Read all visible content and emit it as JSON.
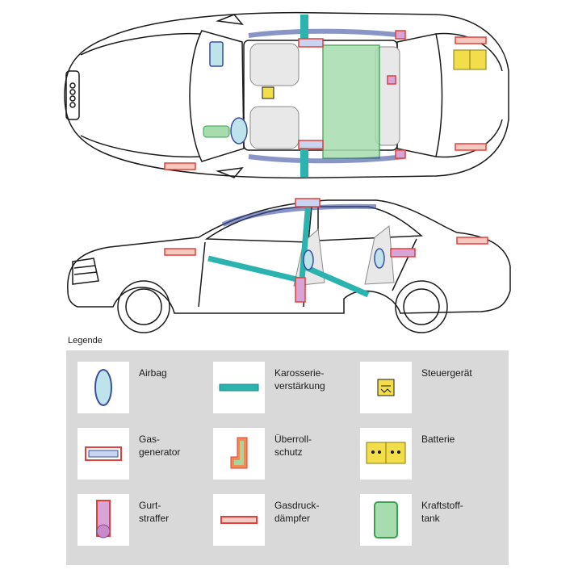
{
  "legend": {
    "title": "Legende",
    "items": [
      {
        "key": "airbag",
        "label": "Airbag"
      },
      {
        "key": "karosserie",
        "label": "Karosserie-\nverstärkung"
      },
      {
        "key": "steuergeraet",
        "label": "Steuergerät"
      },
      {
        "key": "gasgenerator",
        "label": "Gas-\ngenerator"
      },
      {
        "key": "ueberrollschutz",
        "label": "Überroll-\nschutz"
      },
      {
        "key": "batterie",
        "label": "Batterie"
      },
      {
        "key": "gurtstraffer",
        "label": "Gurt-\nstraffer"
      },
      {
        "key": "gasdruckdaempfer",
        "label": "Gasdruck-\ndämpfer"
      },
      {
        "key": "kraftstofftank",
        "label": "Kraftstoff-\ntank"
      }
    ]
  },
  "colors": {
    "airbag_fill": "#bfe3ea",
    "airbag_stroke": "#3a4fa0",
    "reinforcement": "#2bb3b0",
    "reinforcement_stroke": "#1b8a88",
    "generator_stroke": "#e0403a",
    "generator_fill": "#c8d4f0",
    "rollover_outer": "#f08a50",
    "rollover_inner": "#a5d79a",
    "battery": "#f2dd4a",
    "tank_fill": "#a6dcae",
    "tank_stroke": "#3aa14e",
    "pretensioner_fill": "#d8a4d8",
    "panel": "#d9d9d9"
  }
}
